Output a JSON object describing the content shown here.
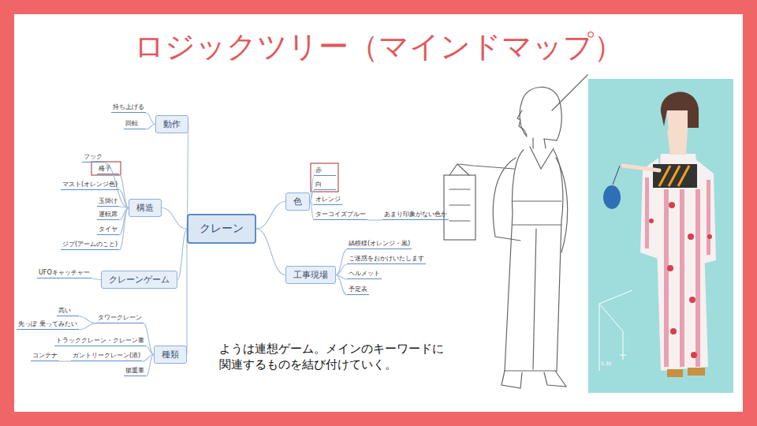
{
  "diagram": {
    "title": "ロジックツリー（マインドマップ）",
    "caption": "ようは連想ゲーム。メインのキーワードに 関連するものを結び付けていく。",
    "nodes": [
      {
        "text": [
          "クレーン"
        ]
      },
      {
        "text": [
          "動作"
        ]
      },
      {
        "text": [
          "持ち上げる"
        ]
      },
      {
        "text": [
          "回転"
        ]
      },
      {
        "text": [
          "構造"
        ]
      },
      {
        "text": [
          "フック"
        ]
      },
      {
        "text": [
          "格子"
        ]
      },
      {
        "text": [
          "マスト(オレンジ色)"
        ]
      },
      {
        "text": [
          "玉掛け"
        ]
      },
      {
        "text": [
          "運転席"
        ]
      },
      {
        "text": [
          "タイヤ"
        ]
      },
      {
        "text": [
          "ジブ(アームのこと)"
        ]
      },
      {
        "text": [
          "クレーンゲーム"
        ]
      },
      {
        "text": [
          "UFOキャッチャー"
        ]
      },
      {
        "text": [
          "種類"
        ]
      },
      {
        "text": [
          "タワークレーン"
        ]
      },
      {
        "text": [
          "高い"
        ]
      },
      {
        "text": [
          "先っぽ 乗ってみたい"
        ]
      },
      {
        "text": [
          "トラッククレーン・クレーン車"
        ]
      },
      {
        "text": [
          "ガントリークレーン(港)"
        ]
      },
      {
        "text": [
          "コンテナ"
        ]
      },
      {
        "text": [
          "揚重車"
        ]
      },
      {
        "text": [
          "色"
        ]
      },
      {
        "text": [
          "赤"
        ]
      },
      {
        "text": [
          "白"
        ]
      },
      {
        "text": [
          "オレンジ"
        ]
      },
      {
        "text": [
          "ターコイズブルー"
        ]
      },
      {
        "text": [
          "あまり印象がない色か"
        ]
      },
      {
        "text": [
          "工事現場"
        ]
      },
      {
        "text": [
          "縞模様(オレンジ・黒)"
        ]
      },
      {
        "text": [
          "ご迷惑をおかけいたします"
        ]
      },
      {
        "text": [
          "ヘルメット"
        ]
      },
      {
        "text": [
          "予定表"
        ]
      }
    ],
    "edges": [
      {
        "from": 0,
        "to": 1,
        "arrow": "none"
      },
      {
        "from": 1,
        "to": 2,
        "arrow": "none"
      },
      {
        "from": 1,
        "to": 3,
        "arrow": "none"
      },
      {
        "from": 0,
        "to": 4,
        "arrow": "none"
      },
      {
        "from": 4,
        "to": 5,
        "arrow": "none"
      },
      {
        "from": 4,
        "to": 6,
        "arrow": "none"
      },
      {
        "from": 4,
        "to": 7,
        "arrow": "none"
      },
      {
        "from": 4,
        "to": 8,
        "arrow": "none"
      },
      {
        "from": 4,
        "to": 9,
        "arrow": "none"
      },
      {
        "from": 4,
        "to": 10,
        "arrow": "none"
      },
      {
        "from": 4,
        "to": 11,
        "arrow": "none"
      },
      {
        "from": 0,
        "to": 12,
        "arrow": "none"
      },
      {
        "from": 12,
        "to": 13,
        "arrow": "none"
      },
      {
        "from": 0,
        "to": 14,
        "arrow": "none"
      },
      {
        "from": 14,
        "to": 15,
        "arrow": "none"
      },
      {
        "from": 15,
        "to": 16,
        "arrow": "none"
      },
      {
        "from": 15,
        "to": 17,
        "arrow": "none"
      },
      {
        "from": 14,
        "to": 18,
        "arrow": "none"
      },
      {
        "from": 14,
        "to": 19,
        "arrow": "none"
      },
      {
        "from": 19,
        "to": 20,
        "arrow": "none"
      },
      {
        "from": 14,
        "to": 21,
        "arrow": "none"
      },
      {
        "from": 0,
        "to": 22,
        "arrow": "none"
      },
      {
        "from": 22,
        "to": 23,
        "arrow": "none"
      },
      {
        "from": 22,
        "to": 24,
        "arrow": "none"
      },
      {
        "from": 22,
        "to": 25,
        "arrow": "none"
      },
      {
        "from": 22,
        "to": 26,
        "arrow": "none"
      },
      {
        "from": 26,
        "to": 27,
        "arrow": "none"
      },
      {
        "from": 0,
        "to": 28,
        "arrow": "none"
      },
      {
        "from": 28,
        "to": 29,
        "arrow": "none"
      },
      {
        "from": 28,
        "to": 30,
        "arrow": "none"
      },
      {
        "from": 28,
        "to": 31,
        "arrow": "none"
      },
      {
        "from": 28,
        "to": 32,
        "arrow": "none"
      }
    ],
    "labels": [
      "5.30"
    ]
  }
}
